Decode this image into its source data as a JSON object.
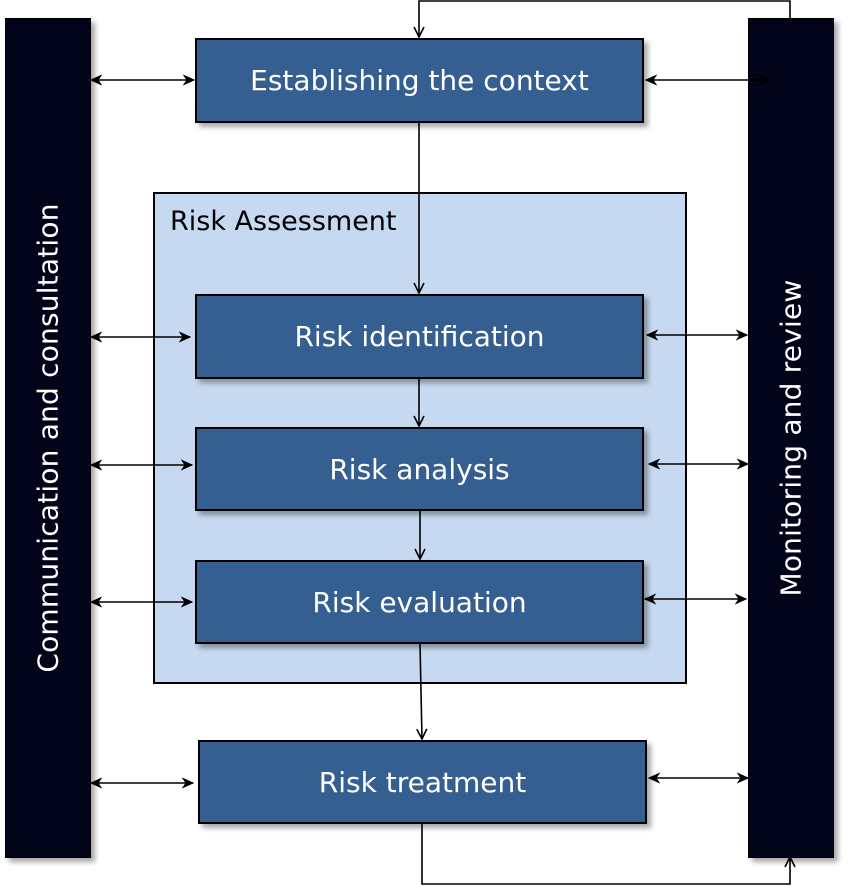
{
  "diagram": {
    "title": "Risk management process",
    "colors": {
      "side_bar": "#02041a",
      "process_box": "#365f91",
      "assessment_container": "#c6d9f0",
      "text_on_dark": "#ffffff",
      "connector": "#000000"
    },
    "left_bar": {
      "label": "Communication and consultation"
    },
    "right_bar": {
      "label": "Monitoring and review"
    },
    "assessment_container": {
      "label": "Risk Assessment"
    },
    "steps": [
      {
        "id": "context",
        "label": "Establishing the context"
      },
      {
        "id": "identification",
        "label": "Risk identification"
      },
      {
        "id": "analysis",
        "label": "Risk analysis"
      },
      {
        "id": "evaluation",
        "label": "Risk evaluation"
      },
      {
        "id": "treatment",
        "label": "Risk treatment"
      }
    ],
    "connections": [
      {
        "from": "context",
        "to": "identification",
        "type": "arrow"
      },
      {
        "from": "identification",
        "to": "analysis",
        "type": "arrow"
      },
      {
        "from": "analysis",
        "to": "evaluation",
        "type": "arrow"
      },
      {
        "from": "evaluation",
        "to": "treatment",
        "type": "arrow"
      },
      {
        "from": "treatment",
        "to": "right_bar",
        "type": "arrow",
        "route": "below"
      },
      {
        "from": "right_bar",
        "to": "context",
        "type": "arrow",
        "route": "above"
      },
      {
        "from": "left_bar",
        "to": "context",
        "type": "bidirectional"
      },
      {
        "from": "left_bar",
        "to": "identification",
        "type": "bidirectional"
      },
      {
        "from": "left_bar",
        "to": "analysis",
        "type": "bidirectional"
      },
      {
        "from": "left_bar",
        "to": "evaluation",
        "type": "bidirectional"
      },
      {
        "from": "left_bar",
        "to": "treatment",
        "type": "bidirectional"
      },
      {
        "from": "right_bar",
        "to": "context",
        "type": "bidirectional"
      },
      {
        "from": "right_bar",
        "to": "identification",
        "type": "bidirectional"
      },
      {
        "from": "right_bar",
        "to": "analysis",
        "type": "bidirectional"
      },
      {
        "from": "right_bar",
        "to": "evaluation",
        "type": "bidirectional"
      },
      {
        "from": "right_bar",
        "to": "treatment",
        "type": "bidirectional"
      }
    ]
  }
}
